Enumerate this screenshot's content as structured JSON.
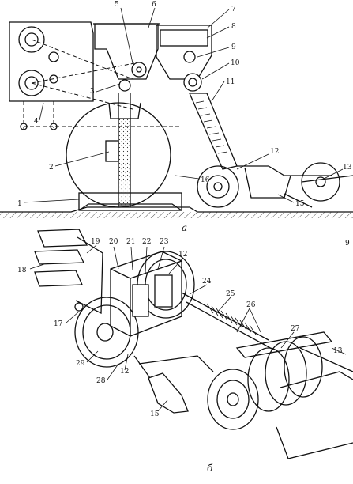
{
  "figure_a": {
    "caption": "а",
    "part_labels": [
      "5",
      "6",
      "7",
      "8",
      "9",
      "10",
      "11",
      "3",
      "4",
      "2",
      "16",
      "1",
      "12",
      "13",
      "15"
    ]
  },
  "figure_b": {
    "caption": "б",
    "part_labels": [
      "19",
      "20",
      "21",
      "22",
      "23",
      "12",
      "18",
      "24",
      "25",
      "26",
      "17",
      "27",
      "13",
      "29",
      "28",
      "12",
      "15"
    ]
  },
  "page_mark": "9"
}
